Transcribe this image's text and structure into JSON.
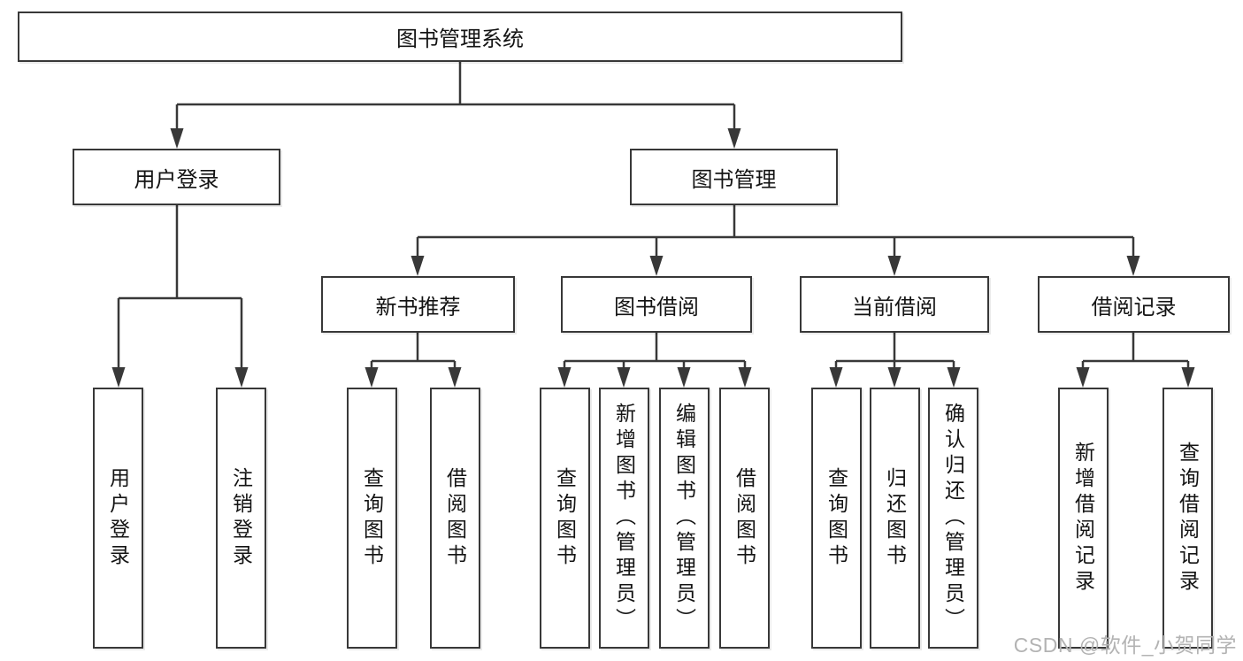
{
  "tree": {
    "root": {
      "label": "图书管理系统"
    },
    "branches": [
      {
        "label": "用户登录",
        "children": [
          {
            "label": "用户登录"
          },
          {
            "label": "注销登录"
          }
        ]
      },
      {
        "label": "图书管理",
        "children": [
          {
            "label": "新书推荐",
            "children": [
              {
                "label": "查询图书"
              },
              {
                "label": "借阅图书"
              }
            ]
          },
          {
            "label": "图书借阅",
            "children": [
              {
                "label": "查询图书"
              },
              {
                "label": "新增图书（管理员）"
              },
              {
                "label": "编辑图书（管理员）"
              },
              {
                "label": "借阅图书"
              }
            ]
          },
          {
            "label": "当前借阅",
            "children": [
              {
                "label": "查询图书"
              },
              {
                "label": "归还图书"
              },
              {
                "label": "确认归还（管理员）"
              }
            ]
          },
          {
            "label": "借阅记录",
            "children": [
              {
                "label": "新增借阅记录"
              },
              {
                "label": "查询借阅记录"
              }
            ]
          }
        ]
      }
    ]
  },
  "watermark": {
    "text": "CSDN @软件_小贺同学"
  },
  "colors": {
    "line": "#383838",
    "box_border": "#383838",
    "text": "#141414",
    "watermark": "#b3b3b3",
    "background": "#ffffff"
  }
}
